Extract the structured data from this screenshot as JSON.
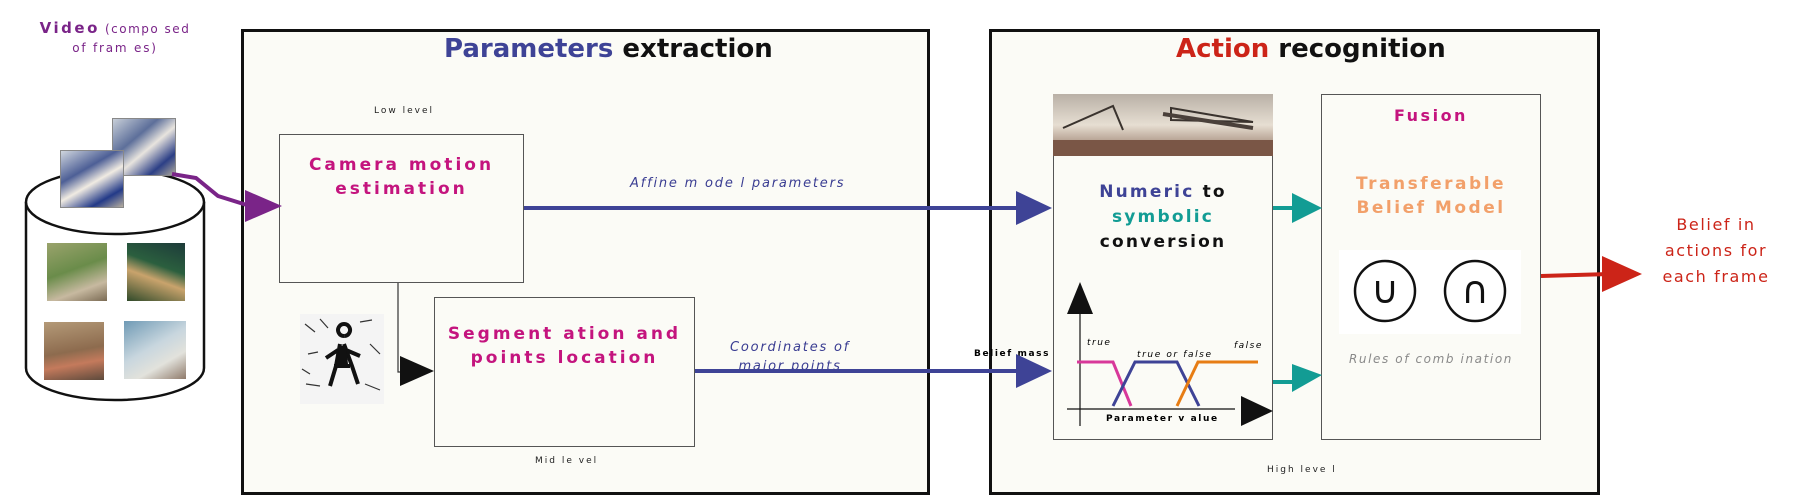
{
  "video": {
    "title": "Video",
    "subtitle_line1": "(compo sed",
    "subtitle_line2": "of fram es)"
  },
  "panel_left": {
    "title_colored": "Parameters",
    "title_rest": " extraction",
    "low_level": "Low level",
    "mid_level": "Mid le vel",
    "camera_box": {
      "line1": "Camera motion",
      "line2": "estimation"
    },
    "segmentation_box": {
      "line1": "Segment ation and",
      "line2": "points location"
    },
    "affine_label": "Affine m ode l parameters",
    "coords_line1": "Coordinates of",
    "coords_line2": "major points"
  },
  "panel_right": {
    "title_colored": "Action",
    "title_rest": " recognition",
    "high_level": "High leve l",
    "belief_mass": "Belief mass",
    "numeric_box": {
      "w1": "Numeric",
      "w2": " to",
      "w3": "symbolic",
      "w4": "conversion",
      "true_label": "true",
      "true_or_false": "true or false",
      "false_label": "false",
      "param_value": "Parameter v alue"
    },
    "fusion_box": {
      "title": "Fusion",
      "tbm_line1": "Transferable",
      "tbm_line2": "Belief Model",
      "union_symbol": "∪",
      "intersection_symbol": "∩",
      "rules": "Rules of comb ination"
    }
  },
  "output": {
    "line1": "Belief in",
    "line2": "actions for",
    "line3": "each frame"
  },
  "colors": {
    "purple": "#7a2488",
    "blue": "#3e4396",
    "red": "#cc2418",
    "magenta": "#c4147e",
    "teal": "#129c94",
    "orange": "#f2a06a",
    "panel_bg": "#fbfbf6"
  }
}
